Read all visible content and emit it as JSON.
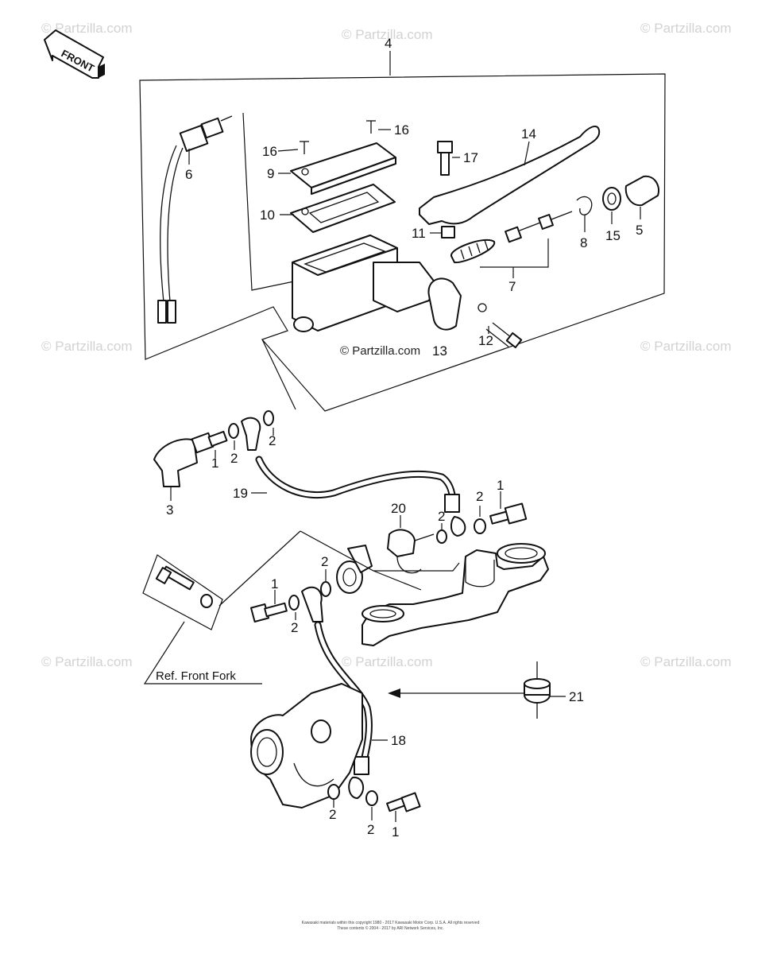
{
  "watermark": "© Partzilla.com",
  "front_label": "FRONT",
  "center_credit": "© Partzilla.com",
  "ref_label": "Ref.  Front Fork",
  "callouts": {
    "c1a": "1",
    "c1b": "1",
    "c1c": "1",
    "c1d": "1",
    "c2a": "2",
    "c2b": "2",
    "c2c": "2",
    "c2d": "2",
    "c2e": "2",
    "c2f": "2",
    "c2g": "2",
    "c2h": "2",
    "c3": "3",
    "c4": "4",
    "c5": "5",
    "c6": "6",
    "c7": "7",
    "c8": "8",
    "c9": "9",
    "c10": "10",
    "c11": "11",
    "c12": "12",
    "c13": "13",
    "c14": "14",
    "c15": "15",
    "c16a": "16",
    "c16b": "16",
    "c17": "17",
    "c18": "18",
    "c19": "19",
    "c20": "20",
    "c21": "21"
  },
  "footer": {
    "line1": "Kawasaki materials within this copyright 1980 - 2017 Kawasaki Motor Corp. U.S.A. All rights reserved",
    "line2": "These contents © 2004 - 2017 by ARI Network Services, Inc."
  }
}
